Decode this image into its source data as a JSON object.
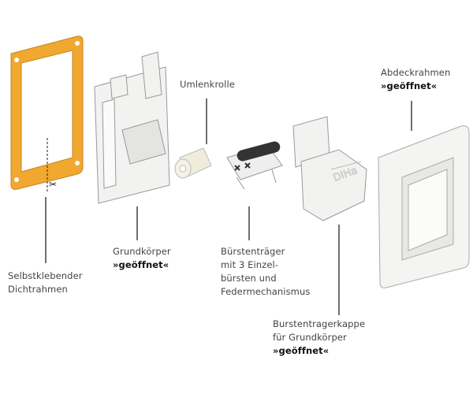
{
  "title": "Exploded view of the brush-strip frame assembly",
  "colors": {
    "seal_frame": "#F0A830",
    "leader_line": "#222222",
    "part": "#F2F2F0",
    "brush": "#333333"
  },
  "labels": {
    "seal_frame": {
      "line1": "Selbstklebender",
      "line2": "Dichtrahmen"
    },
    "base_body": {
      "line1": "Grundkörper",
      "state": "»geöffnet«"
    },
    "deflection_roller": {
      "line1": "Umlenkrolle"
    },
    "brush_carrier": {
      "line1": "Bürstenträger",
      "line2": "mit 3 Einzel-",
      "line3": "bürsten und",
      "line4": "Federmechanismus"
    },
    "brush_carrier_cap": {
      "line1": "Burstentragerkappe",
      "line2": "für Grundkörper",
      "state": "»geöffnet«"
    },
    "cover_frame": {
      "line1": "Abdeckrahmen",
      "state": "»geöffnet«"
    }
  },
  "cap_logo": "DIHa"
}
